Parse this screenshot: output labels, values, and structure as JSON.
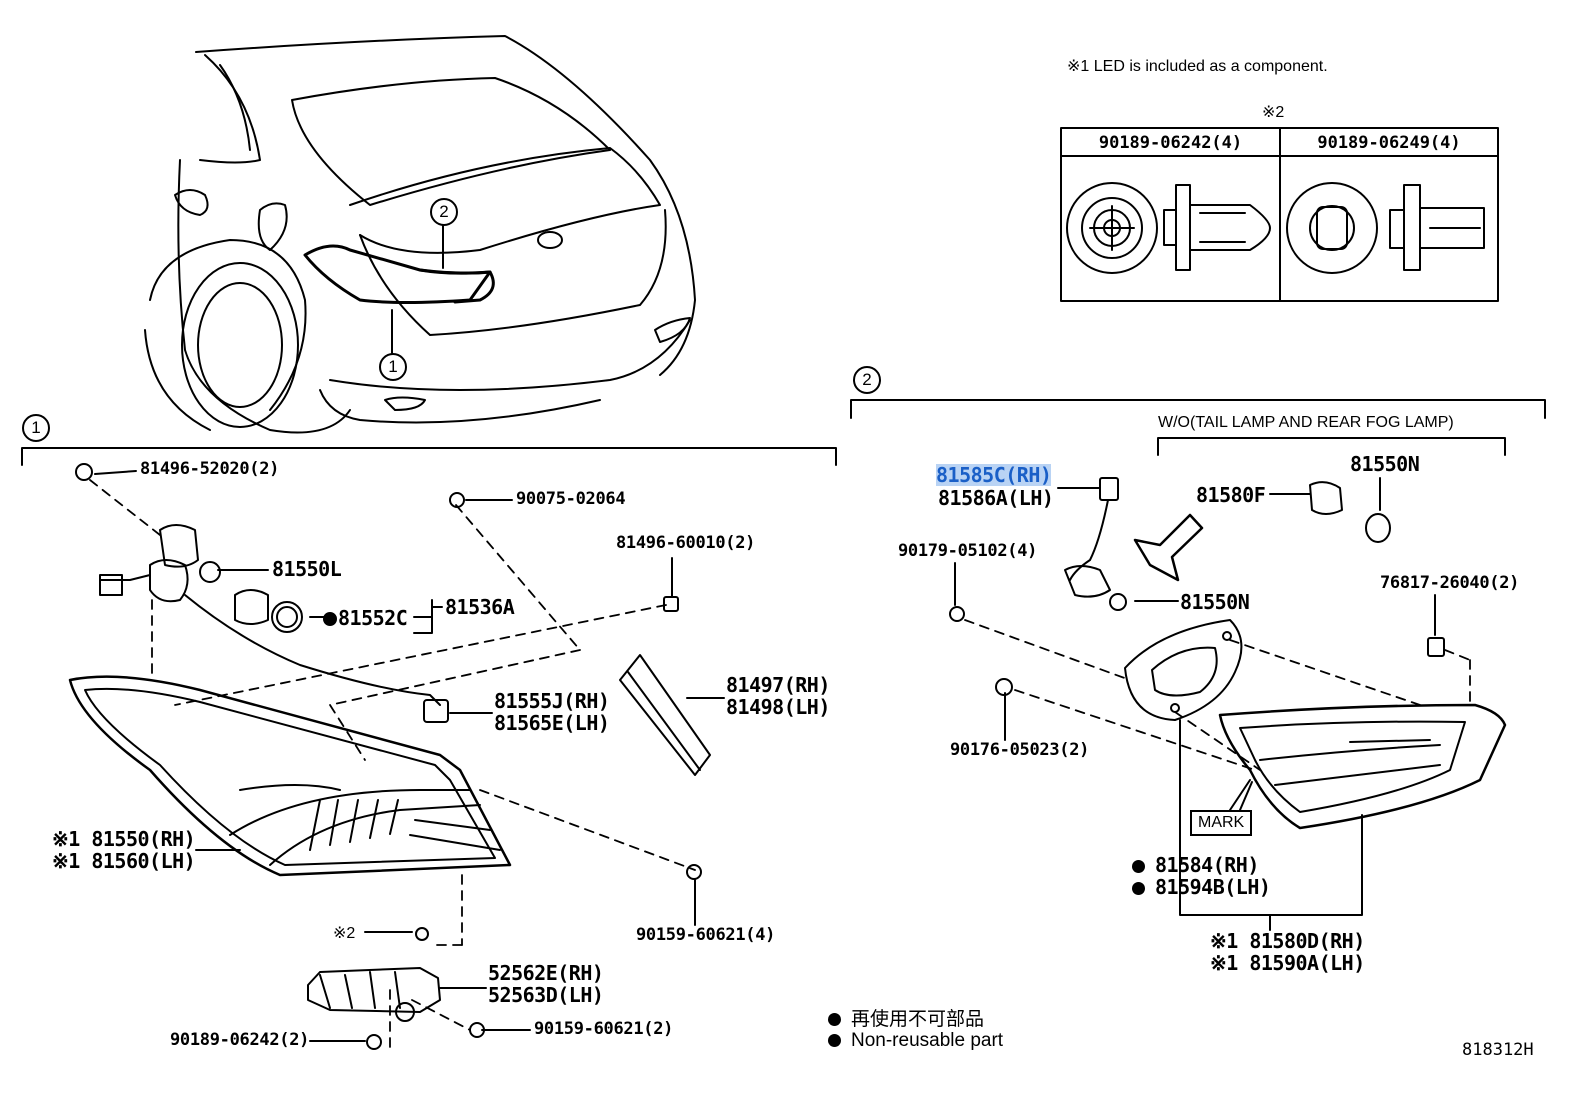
{
  "notes": {
    "led_note": "※1 LED is included as a component.",
    "ref2_mark": "※2"
  },
  "bulb_table": {
    "col1": "90189-06242(4)",
    "col2": "90189-06249(4)"
  },
  "callouts": {
    "c1": "1",
    "c2": "2"
  },
  "section1": {
    "p1": "81496-52020(2)",
    "p2": "90075-02064",
    "p3": "81496-60010(2)",
    "p4": "81550L",
    "p5": "81552C",
    "p6": "81536A",
    "p7a": "81555J(RH)",
    "p7b": "81565E(LH)",
    "p8a": "81497(RH)",
    "p8b": "81498(LH)",
    "p9a": "※1 81550(RH)",
    "p9b": "※1 81560(LH)",
    "p10": "90159-60621(4)",
    "p11": "※2",
    "p12a": "52562E(RH)",
    "p12b": "52563D(LH)",
    "p13": "90189-06242(2)",
    "p14": "90159-60621(2)"
  },
  "section2": {
    "group_label": "W/O(TAIL LAMP AND REAR FOG LAMP)",
    "p1a": "81585C(RH)",
    "p1b": "81586A(LH)",
    "p2": "81580F",
    "p3": "81550N",
    "p4": "81550N",
    "p5": "90179-05102(4)",
    "p6": "76817-26040(2)",
    "p7": "90176-05023(2)",
    "mark": "MARK",
    "p8a": "81584(RH)",
    "p8b": "81594B(LH)",
    "p9a": "※1 81580D(RH)",
    "p9b": "※1 81590A(LH)"
  },
  "legend": {
    "jp": "再使用不可部品",
    "en": "Non-reusable part"
  },
  "diagram_id": "818312H"
}
